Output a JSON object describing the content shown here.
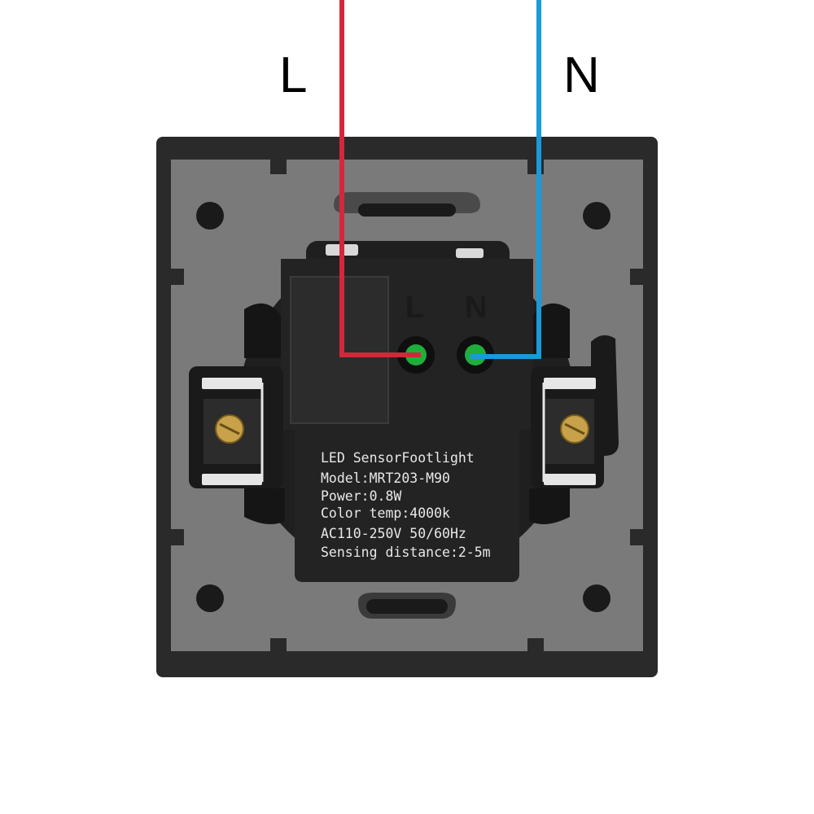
{
  "wiring": {
    "live_label": "L",
    "neutral_label": "N",
    "live_color": "#d3283a",
    "neutral_color": "#1a9ad9"
  },
  "module": {
    "terminal_live": "L",
    "terminal_neutral": "N",
    "spec_lines": [
      "LED SensorFootlight",
      "Model:MRT203-M90",
      "Power:0.8W",
      "Color temp:4000k",
      "AC110-250V 50/60Hz",
      "Sensing distance:2-5m"
    ]
  },
  "colors": {
    "frame": "#2a2a2a",
    "mounting_plate": "#7a7a7a",
    "module_body": "#1e1e1e",
    "indicator_led": "#1fae3a",
    "screw_brass": "#c8a24a"
  }
}
